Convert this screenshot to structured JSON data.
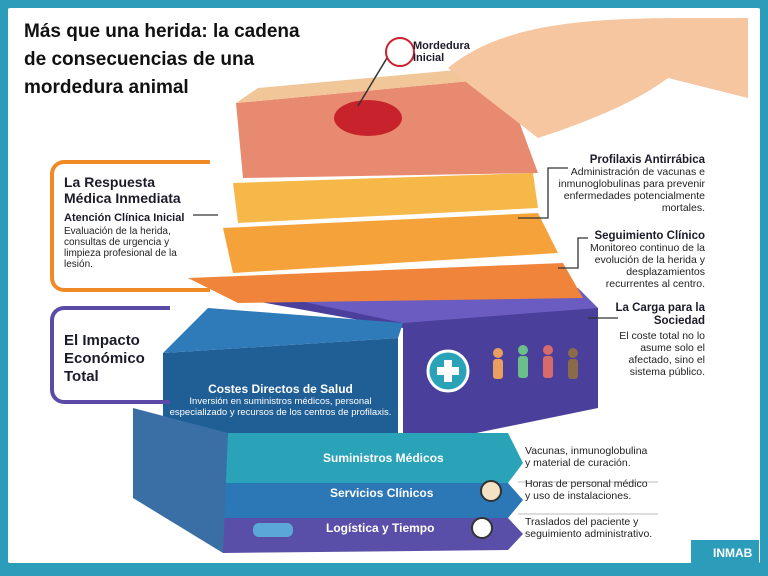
{
  "title": "Más que una herida: la cadena de consecuencias de una mordedura animal",
  "top_label": "Mordedura Inicial",
  "left_sections": [
    {
      "heading": "La Respuesta Médica Inmediata",
      "subheading": "Atención Clínica Inicial",
      "text": "Evaluación de la herida, consultas de urgencia y limpieza profesional de la lesión.",
      "color": "#f08a24"
    },
    {
      "heading": "El Impacto Económico Total",
      "color": "#5b4aa8"
    }
  ],
  "right_sections": [
    {
      "heading": "Profilaxis Antirrábica",
      "text": "Administración de vacunas e inmunoglobulinas para prevenir enfermedades potencialmente mortales."
    },
    {
      "heading": "Seguimiento Clínico",
      "text": "Monitoreo continuo de la evolución de la herida y desplazamientos recurrentes al centro."
    },
    {
      "heading": "La Carga para la Sociedad",
      "text": "El coste total no lo asume solo el afectado, sino el sistema público."
    }
  ],
  "direct_costs": {
    "heading": "Costes Directos de Salud",
    "text": "Inversión en suministros médicos, personal especializado y recursos de los centros de profilaxis."
  },
  "bands": [
    {
      "label": "Suministros Médicos",
      "text": "Vacunas, inmunoglobulina y material de curación.",
      "color": "#2aa3b8",
      "icon": "bandage-icon"
    },
    {
      "label": "Servicios Clínicos",
      "text": "Horas de personal médico y uso de instalaciones.",
      "color": "#2c77b5",
      "icon": "doctors-icon"
    },
    {
      "label": "Logística y Tiempo",
      "text": "Traslados del paciente y seguimiento administrativo.",
      "color": "#5a4fa8",
      "icon": "car-icon"
    }
  ],
  "logo": "INMAB",
  "colors": {
    "frame": "#2b9cb9",
    "orange": "#f08a24",
    "purple": "#5b4aa8",
    "blue": "#1f5f96"
  }
}
